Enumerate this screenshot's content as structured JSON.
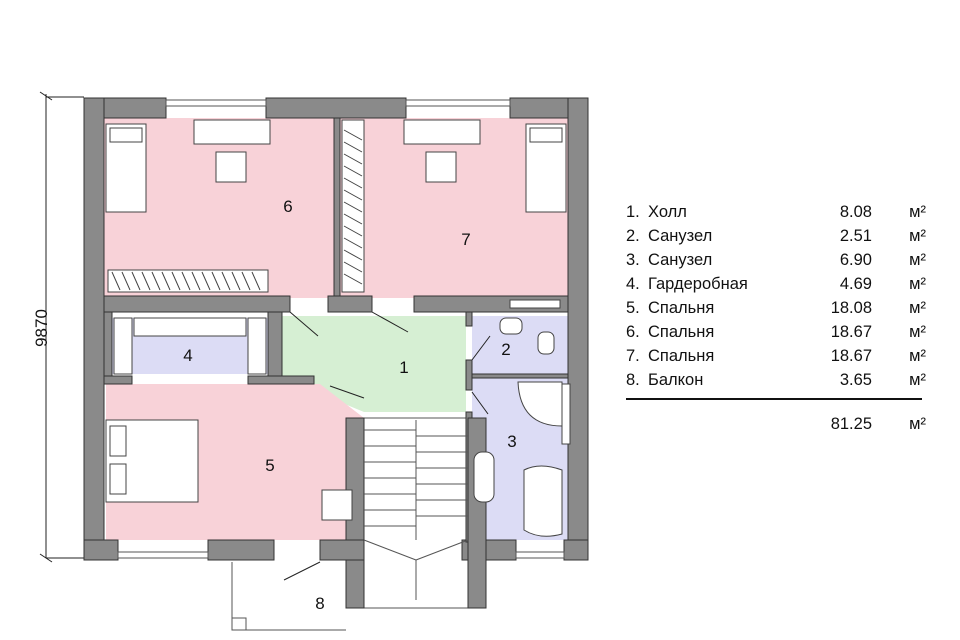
{
  "dimension": {
    "height_label": "9870"
  },
  "rooms": [
    {
      "number": "1",
      "name": "Холл",
      "area": "8.08",
      "unit": "м²"
    },
    {
      "number": "2",
      "name": "Санузел",
      "area": "2.51",
      "unit": "м²"
    },
    {
      "number": "3",
      "name": "Санузел",
      "area": "6.90",
      "unit": "м²"
    },
    {
      "number": "4",
      "name": "Гардеробная",
      "area": "4.69",
      "unit": "м²"
    },
    {
      "number": "5",
      "name": "Спальня",
      "area": "18.08",
      "unit": "м²"
    },
    {
      "number": "6",
      "name": "Спальня",
      "area": "18.67",
      "unit": "м²"
    },
    {
      "number": "7",
      "name": "Спальня",
      "area": "18.67",
      "unit": "м²"
    },
    {
      "number": "8",
      "name": "Балкон",
      "area": "3.65",
      "unit": "м²"
    }
  ],
  "legend": {
    "entries": [
      {
        "num": "1.",
        "name": "Холл",
        "value": "8.08",
        "unit": "м²"
      },
      {
        "num": "2.",
        "name": "Санузел",
        "value": "2.51",
        "unit": "м²"
      },
      {
        "num": "3.",
        "name": "Санузел",
        "value": "6.90",
        "unit": "м²"
      },
      {
        "num": "4.",
        "name": "Гардеробная",
        "value": "4.69",
        "unit": "м²"
      },
      {
        "num": "5.",
        "name": "Спальня",
        "value": "18.08",
        "unit": "м²"
      },
      {
        "num": "6.",
        "name": "Спальня",
        "value": "18.67",
        "unit": "м²"
      },
      {
        "num": "7.",
        "name": "Спальня",
        "value": "18.67",
        "unit": "м²"
      },
      {
        "num": "8.",
        "name": "Балкон",
        "value": "3.65",
        "unit": "м²"
      }
    ],
    "total": {
      "value": "81.25",
      "unit": "м²"
    }
  },
  "colors": {
    "bedroom": "#f8d2d8",
    "hall": "#d6efd3",
    "bathroom": "#dcdcf5",
    "wardrobe": "#dcdcf5",
    "wall": "#8a8a8a"
  }
}
